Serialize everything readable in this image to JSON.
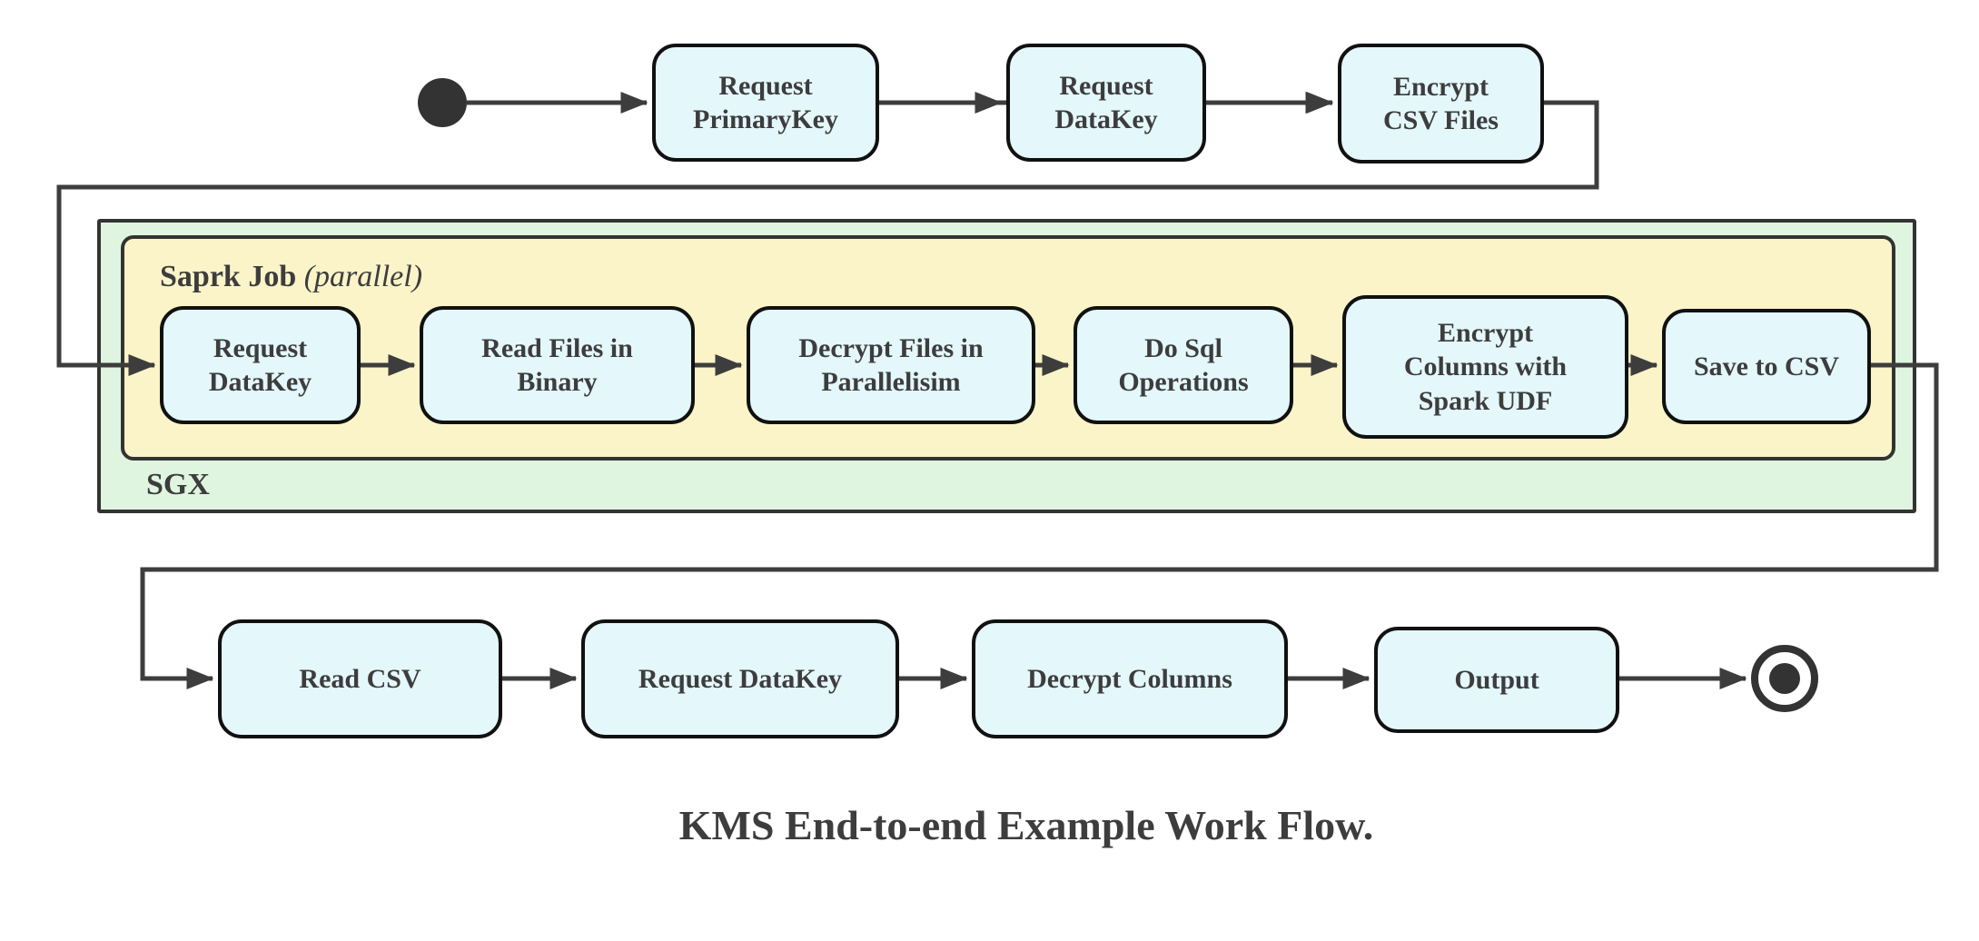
{
  "colors": {
    "node_fill": "#e4f7fb",
    "node_border": "#111111",
    "spark_fill": "#fbf4c8",
    "sgx_fill": "#dff5df",
    "container_border": "#333333",
    "line": "#3d3d3d",
    "text": "#3d3d3d",
    "background": "#ffffff"
  },
  "flow": {
    "caption": "KMS End-to-end Example Work Flow.",
    "sgx": {
      "label": "SGX"
    },
    "spark_job": {
      "label": "Saprk Job",
      "annotation": "(parallel)"
    },
    "top_row": [
      {
        "label": "Request\nPrimaryKey"
      },
      {
        "label": "Request\nDataKey"
      },
      {
        "label": "Encrypt\nCSV Files"
      }
    ],
    "spark_row": [
      {
        "label": "Request\nDataKey"
      },
      {
        "label": "Read Files in\nBinary"
      },
      {
        "label": "Decrypt Files in\nParallelisim"
      },
      {
        "label": "Do Sql\nOperations"
      },
      {
        "label": "Encrypt\nColumns with\nSpark UDF"
      },
      {
        "label": "Save to CSV"
      }
    ],
    "bottom_row": [
      {
        "label": "Read CSV"
      },
      {
        "label": "Request DataKey"
      },
      {
        "label": "Decrypt Columns"
      },
      {
        "label": "Output"
      }
    ]
  }
}
